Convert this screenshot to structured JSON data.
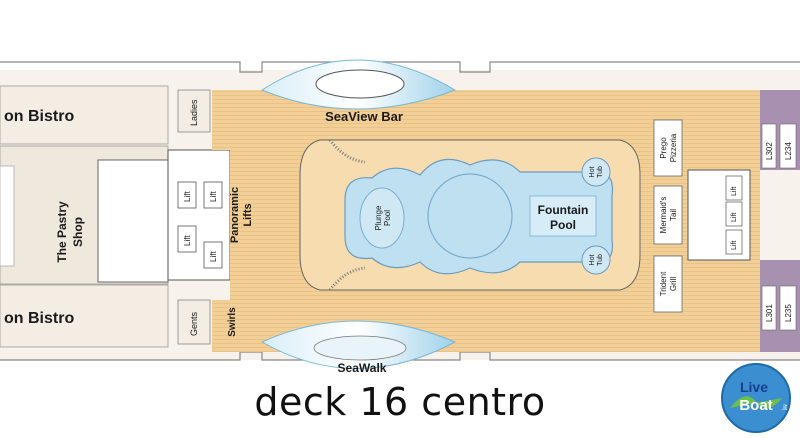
{
  "labels": {
    "bistro_top": "on Bistro",
    "bistro_bottom": "on Bistro",
    "ladies": "Ladies",
    "gents": "Gents",
    "pastry_line1": "The Pastry",
    "pastry_line2": "Shop",
    "lift": "Lift",
    "panoramic_line1": "Panoramic",
    "panoramic_line2": "Lifts",
    "swirls": "Swirls",
    "seaview_bar": "SeaView Bar",
    "seawalk": "SeaWalk",
    "plunge_line1": "Plunge",
    "plunge_line2": "Pool",
    "fountain_line1": "Fountain",
    "fountain_line2": "Pool",
    "hot_line1": "Hot",
    "hot_line2": "Tub",
    "prego_line1": "Prego",
    "prego_line2": "Pizzeria",
    "mermaid_line1": "Mermaid's",
    "mermaid_line2": "Tail",
    "trident_line1": "Trident",
    "trident_line2": "Grill",
    "cabin_l302": "L302",
    "cabin_l234": "L234",
    "cabin_l301": "L301",
    "cabin_l235": "L235"
  },
  "caption": "deck 16 centro",
  "logo": {
    "line1": "Live",
    "line2": "Boat",
    "suffix": ".it"
  },
  "colors": {
    "deck_wood": "#f2cf96",
    "pool_water": "#bfe0f0",
    "interior": "#f2ece3",
    "cabins": "#a890b0",
    "outline": "#555555"
  }
}
